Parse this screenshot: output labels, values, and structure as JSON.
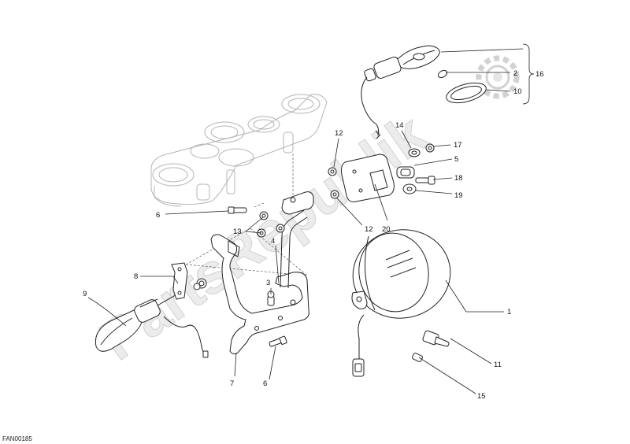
{
  "diagram_code": "FAN00185",
  "watermark": "PartsRepublik",
  "callouts": [
    {
      "id": "c1",
      "label": "1"
    },
    {
      "id": "c2",
      "label": "2"
    },
    {
      "id": "c3",
      "label": "3"
    },
    {
      "id": "c4",
      "label": "4"
    },
    {
      "id": "c5",
      "label": "5"
    },
    {
      "id": "c6a",
      "label": "6"
    },
    {
      "id": "c6b",
      "label": "6"
    },
    {
      "id": "c7",
      "label": "7"
    },
    {
      "id": "c8",
      "label": "8"
    },
    {
      "id": "c9",
      "label": "9"
    },
    {
      "id": "c10",
      "label": "10"
    },
    {
      "id": "c11",
      "label": "11"
    },
    {
      "id": "c12a",
      "label": "12"
    },
    {
      "id": "c12b",
      "label": "12"
    },
    {
      "id": "c13",
      "label": "13"
    },
    {
      "id": "c14",
      "label": "14"
    },
    {
      "id": "c15",
      "label": "15"
    },
    {
      "id": "c16",
      "label": "16"
    },
    {
      "id": "c17",
      "label": "17"
    },
    {
      "id": "c18",
      "label": "18"
    },
    {
      "id": "c19",
      "label": "19"
    },
    {
      "id": "c20",
      "label": "20"
    }
  ]
}
